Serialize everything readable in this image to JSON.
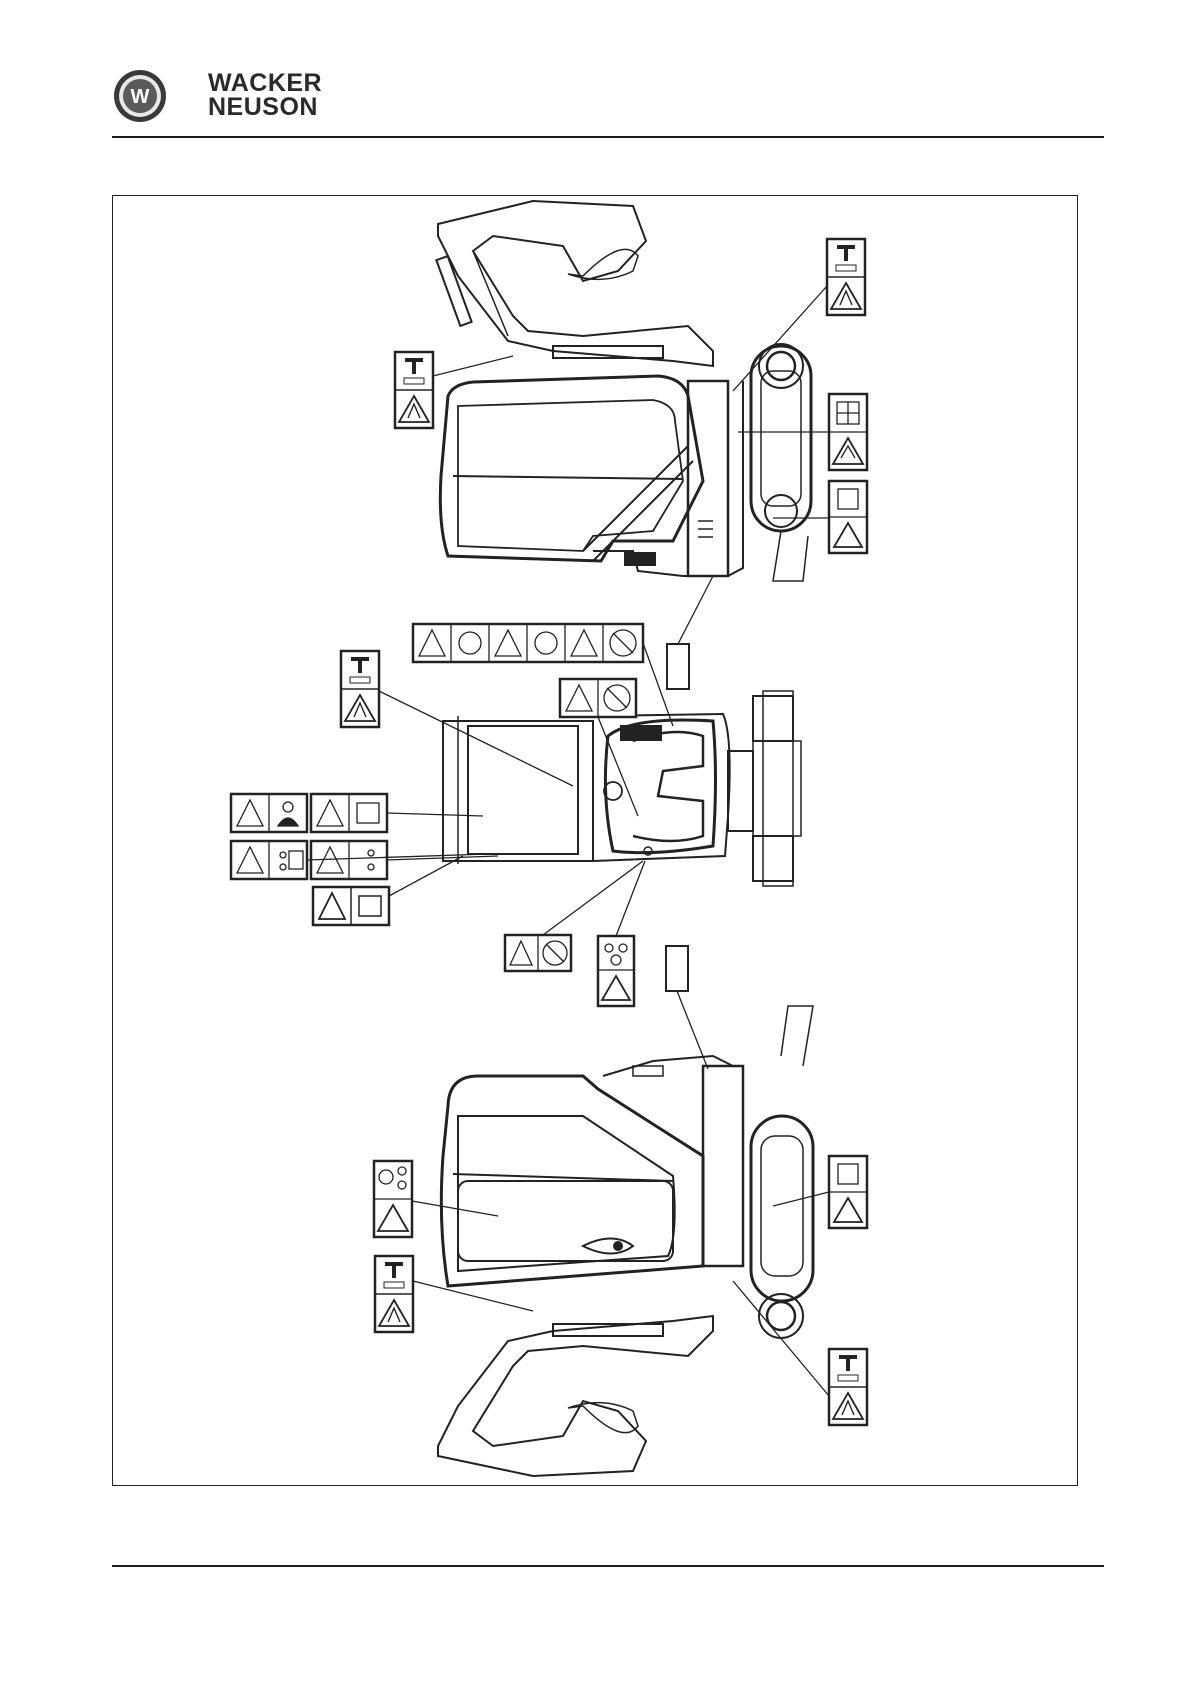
{
  "brand": {
    "line1": "WACKER",
    "line2": "NEUSON",
    "logo_letter": "W"
  },
  "figure": {
    "description_icons": [
      "warning-triangle-icon",
      "person-clearance-icon",
      "crush-hazard-icon",
      "manual-read-icon",
      "rotating-parts-icon",
      "stop-icon",
      "no-step-icon",
      "seatbelt-icon"
    ]
  }
}
